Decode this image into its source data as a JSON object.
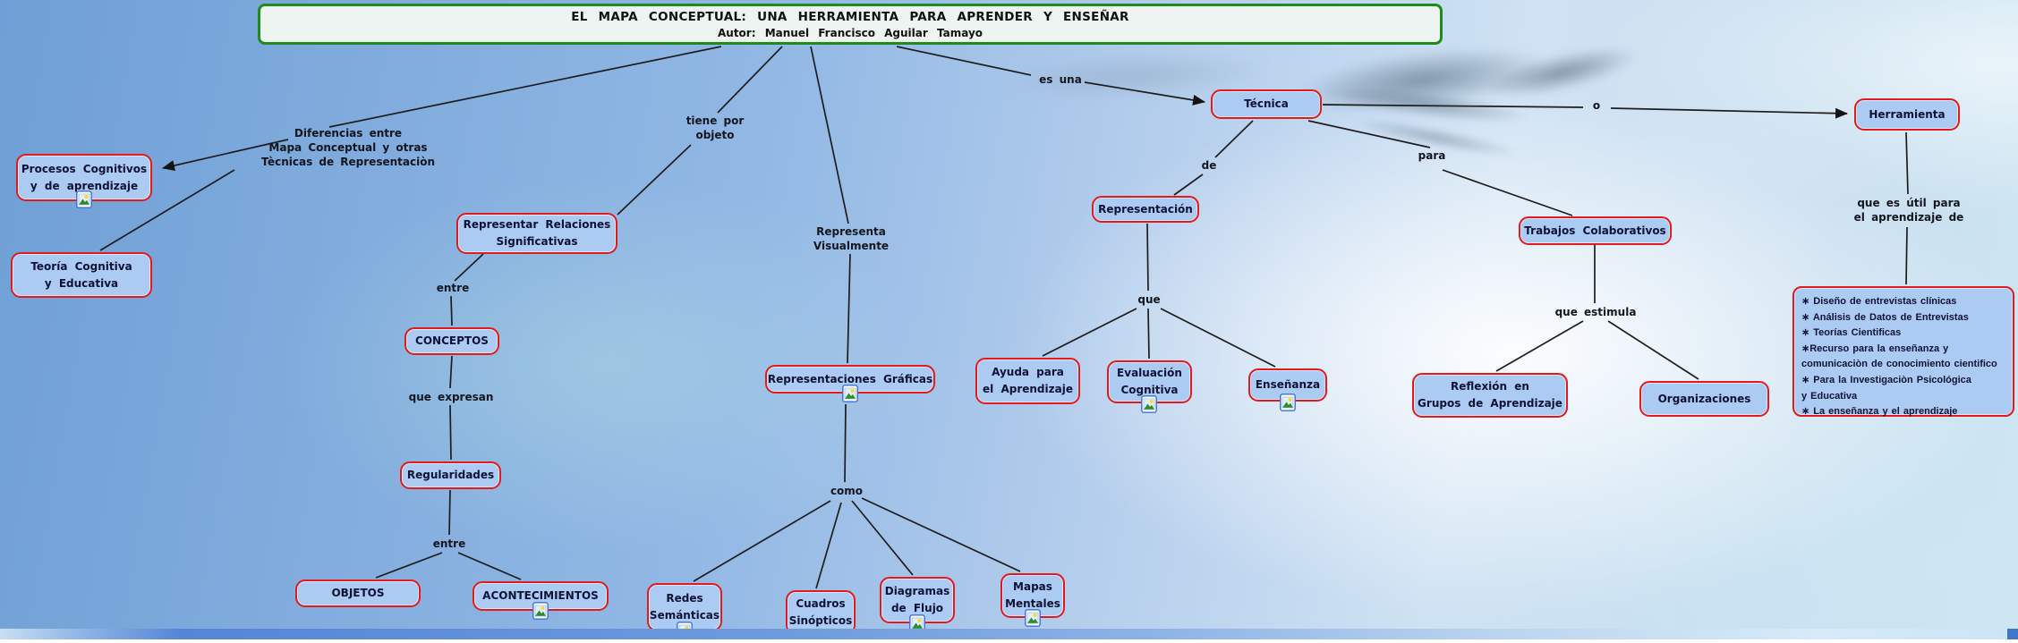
{
  "title": {
    "line1": "EL  MAPA  CONCEPTUAL:  UNA  HERRAMIENTA  PARA  APRENDER  Y  ENSEÑAR",
    "line2": "Autor:  Manuel  Francisco  Aguilar  Tamayo"
  },
  "nodes": {
    "procesos": "Procesos Cognitivos\ny de aprendizaje",
    "teoria": "Teoría Cognitiva\ny Educativa",
    "representar": "Representar Relaciones\nSignificativas",
    "conceptos": "CONCEPTOS",
    "regularidades": "Regularidades",
    "objetos": "OBJETOS",
    "acontecimientos": "ACONTECIMIENTOS",
    "repgraficas": "Representaciones Gráficas",
    "redes": "Redes\nSemánticas",
    "cuadros": "Cuadros\nSinópticos",
    "diagramas": "Diagramas\nde Flujo",
    "mapas": "Mapas\nMentales",
    "tecnica": "Técnica",
    "representacion": "Representación",
    "ayuda": "Ayuda para\nel Aprendizaje",
    "evaluacion": "Evaluación\nCognitiva",
    "ensenanza": "Enseñanza",
    "trabajos": "Trabajos Colaborativos",
    "reflexion": "Reflexión en\nGrupos de Aprendizaje",
    "organizaciones": "Organizaciones",
    "herramienta": "Herramienta"
  },
  "links": {
    "diferencias": "Diferencias entre\nMapa Conceptual y otras\nTècnicas de Representaciòn",
    "tiene_por_objeto": "tiene por\nobjeto",
    "es_una": "es una",
    "o": "o",
    "de": "de",
    "para": "para",
    "representa_visualmente": "Representa\nVisualmente",
    "entre_1": "entre",
    "que_expresan": "que expresan",
    "entre_2": "entre",
    "como": "como",
    "que": "que",
    "que_estimula": "que estimula",
    "que_es_util": "que es útil para\nel aprendizaje de"
  },
  "listbox": {
    "items": [
      "∗  Diseño de entrevistas clínicas",
      "∗  Análisis de Datos de Entrevistas",
      "∗  Teorías Cientificas",
      "∗Recurso para la enseñanza y\ncomunicaciòn de conocimiento cientifico",
      "∗  Para la Investigaciòn Psicológica\ny Educativa",
      "∗  La enseñanza y el aprendizaje"
    ]
  },
  "colors": {
    "node_fill": "#abcbf3",
    "node_border": "#e11b1b",
    "title_fill": "#edf4f1",
    "title_border": "#1f8b1f",
    "connector": "#1a1a1a"
  }
}
